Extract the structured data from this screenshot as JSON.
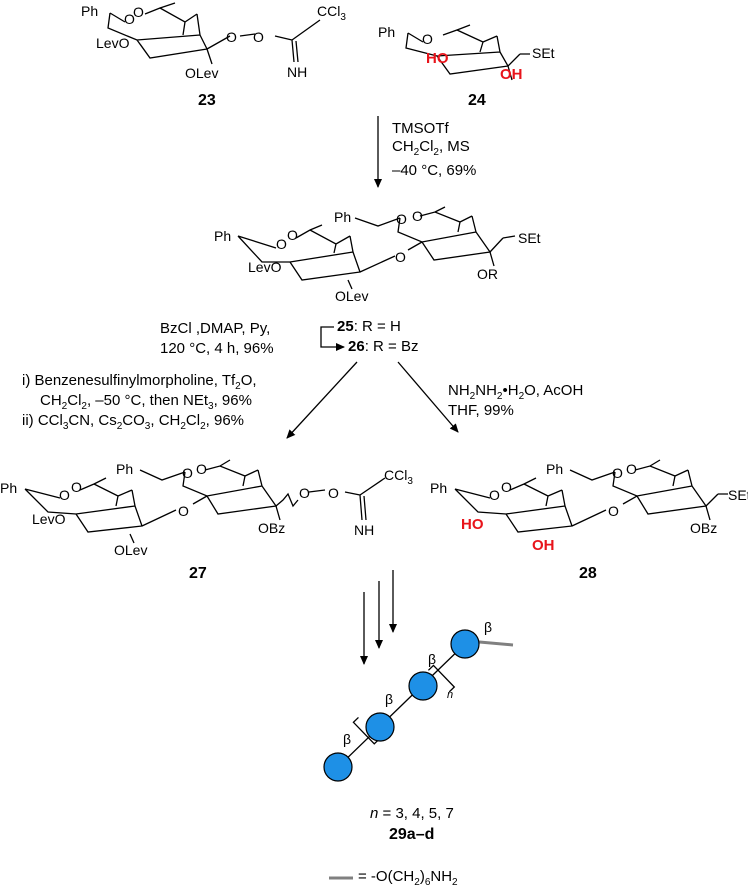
{
  "compounds": {
    "c23": "23",
    "c24": "24",
    "c27": "27",
    "c28": "28",
    "c29": "29a–d",
    "c25_label": "25",
    "c25_suffix": ": R = H",
    "c26_label": "26",
    "c26_suffix": ": R = Bz"
  },
  "substituents": {
    "ph": "Ph",
    "lev_o": "LevO",
    "o_lev": "OLev",
    "o": "O",
    "ho": "HO",
    "oh": "OH",
    "set": "SEt",
    "or": "OR",
    "obz": "OBz",
    "nh": "NH",
    "ccl3": "CCl",
    "ccl3_sub": "3"
  },
  "conditions": {
    "step1": [
      "TMSOTf",
      "CH2Cl2, MS",
      "–40 °C, 69%"
    ],
    "bz_line1": "BzCl ,DMAP, Py,",
    "bz_line2": "120 °C, 4 h, 96%",
    "left_line1": "i) Benzenesulfinylmorpholine, Tf2O,",
    "left_line2": "CH2Cl2, –50 °C, then NEt3, 96%",
    "left_line3": "ii) CCl3CN, Cs2CO3, CH2Cl2, 96%",
    "right_line1": "NH2NH2•H2O, AcOH",
    "right_line2": "THF, 99%"
  },
  "oligomer": {
    "beta": "β",
    "n_var": "n",
    "n_values": "n = 3, 4, 5, 7",
    "linker_def": "= -O(CH2)6NH2",
    "colors": {
      "sugar": "#1e90e6",
      "linker": "#808080",
      "highlight": "#e8141b"
    }
  }
}
